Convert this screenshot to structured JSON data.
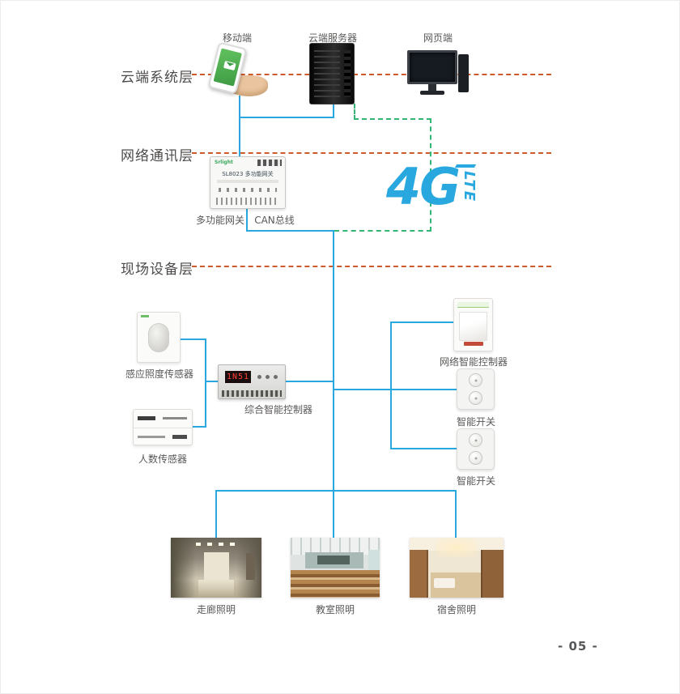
{
  "page": {
    "number": "- 05 -"
  },
  "layers": {
    "cloud": "云端系统层",
    "network": "网络通讯层",
    "field": "现场设备层"
  },
  "cloud_layer": {
    "mobile": "移动端",
    "server": "云端服务器",
    "web": "网页端"
  },
  "network_layer": {
    "gateway_label": "多功能网关",
    "can_bus": "CAN总线",
    "g4": "4G",
    "lte": "LTE",
    "gateway_device": {
      "brand": "Srlight",
      "model": "SL8023 多功能网关"
    }
  },
  "field_layer": {
    "illuminance_sensor": "感应照度传感器",
    "people_sensor": "人数传感器",
    "integrated_controller": "综合智能控制器",
    "controller_display": "1N51",
    "network_controller": "网络智能控制器",
    "smart_switch_1": "智能开关",
    "smart_switch_2": "智能开关",
    "scenes": [
      {
        "label": "走廊照明"
      },
      {
        "label": "教室照明"
      },
      {
        "label": "宿舍照明"
      }
    ]
  },
  "colors": {
    "line_blue": "#29a8e0",
    "dash_orange": "#cc5a2b",
    "dash_green": "#33b573",
    "text": "#5a5857",
    "lte_blue": "#29a8e0"
  }
}
